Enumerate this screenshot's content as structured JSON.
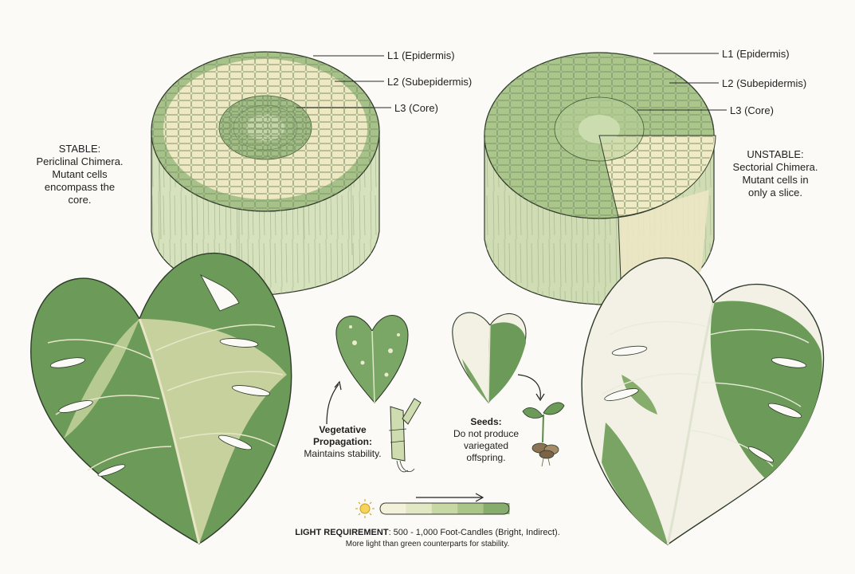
{
  "stable_stem": {
    "layers": [
      "L1 (Epidermis)",
      "L2 (Subepidermis)",
      "L3 (Core)"
    ],
    "title": "STABLE:",
    "description_lines": [
      "Periclinal Chimera.",
      "Mutant cells",
      "encompass the",
      "core."
    ]
  },
  "unstable_stem": {
    "layers": [
      "L1 (Epidermis)",
      "L2 (Subepidermis)",
      "L3 (Core)"
    ],
    "title": "UNSTABLE:",
    "description_lines": [
      "Sectorial Chimera.",
      "Mutant cells in",
      "only a slice."
    ]
  },
  "vegetative": {
    "title_lines": [
      "Vegetative",
      "Propagation:"
    ],
    "text": "Maintains stability."
  },
  "seeds": {
    "title": "Seeds:",
    "text_lines": [
      "Do not produce",
      "variegated",
      "offspring."
    ]
  },
  "light": {
    "label": "LIGHT REQUIREMENT",
    "value": ": 500 - 1,000 Foot-Candles (Bright, Indirect).",
    "note": "More light than green counterparts for stability.",
    "gradient_colors": [
      "#f3f1d9",
      "#e2e8c3",
      "#c7d8a5",
      "#a9c588",
      "#86ad6c"
    ]
  },
  "colors": {
    "leaf_green": "#6c9a58",
    "leaf_dark": "#4e7c42",
    "cream": "#efeac8",
    "pale": "#f6f4e8",
    "outline": "#2e3a2a"
  }
}
